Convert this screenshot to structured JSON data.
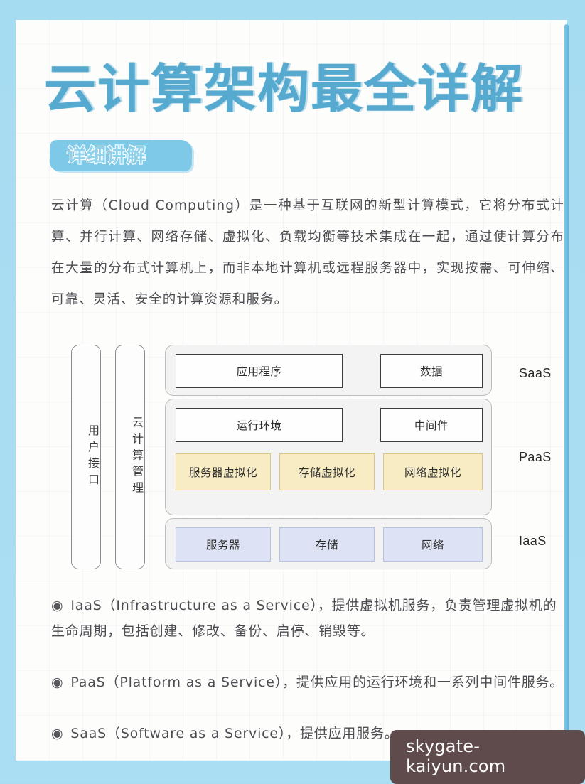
{
  "page": {
    "title": "云计算架构最全详解",
    "badge": "详细讲解",
    "intro": "云计算（Cloud Computing）是一种基于互联网的新型计算模式，它将分布式计算、并行计算、网络存储、虚拟化、负载均衡等技术集成在一起，通过使计算分布在大量的分布式计算机上，而非本地计算机或远程服务器中，实现按需、可伸缩、可靠、灵活、安全的计算资源和服务。"
  },
  "diagram": {
    "columns": [
      {
        "id": "user-interface",
        "label": "用户接口"
      },
      {
        "id": "cloud-management",
        "label": "云计算管理"
      }
    ],
    "tiers": [
      {
        "id": "saas",
        "label": "SaaS",
        "cells": [
          {
            "id": "application",
            "label": "应用程序",
            "style": "white"
          },
          {
            "id": "data",
            "label": "数据",
            "style": "white"
          }
        ]
      },
      {
        "id": "paas",
        "label": "PaaS",
        "cells": [
          {
            "id": "runtime",
            "label": "运行环境",
            "style": "white"
          },
          {
            "id": "middleware",
            "label": "中间件",
            "style": "white"
          },
          {
            "id": "server-virtualization",
            "label": "服务器虚拟化",
            "style": "yellow"
          },
          {
            "id": "storage-virtualization",
            "label": "存储虚拟化",
            "style": "yellow"
          },
          {
            "id": "network-virtualization",
            "label": "网络虚拟化",
            "style": "yellow"
          }
        ]
      },
      {
        "id": "iaas",
        "label": "IaaS",
        "cells": [
          {
            "id": "server",
            "label": "服务器",
            "style": "blue"
          },
          {
            "id": "storage",
            "label": "存储",
            "style": "blue"
          },
          {
            "id": "network",
            "label": "网络",
            "style": "blue"
          }
        ]
      }
    ]
  },
  "bullets": [
    {
      "marker": "◉",
      "text": "IaaS（Infrastructure as a Service），提供虚拟机服务，负责管理虚拟机的生命周期，包括创建、修改、备份、启停、销毁等。"
    },
    {
      "marker": "◉",
      "text": "PaaS（Platform as a Service），提供应用的运行环境和一系列中间件服务。"
    },
    {
      "marker": "◉",
      "text": "SaaS（Software as a Service），提供应用服务。"
    }
  ],
  "watermark": "skygate-kaiyun.com",
  "colors": {
    "background": "#a9ddf2",
    "card": "#fdfdfb",
    "title": "#56aad0",
    "badge": "#7ec8e8",
    "yellow_cell": "#f8ecc4",
    "blue_cell": "#dde3f4",
    "watermark_bg": "#5f4b4b"
  }
}
